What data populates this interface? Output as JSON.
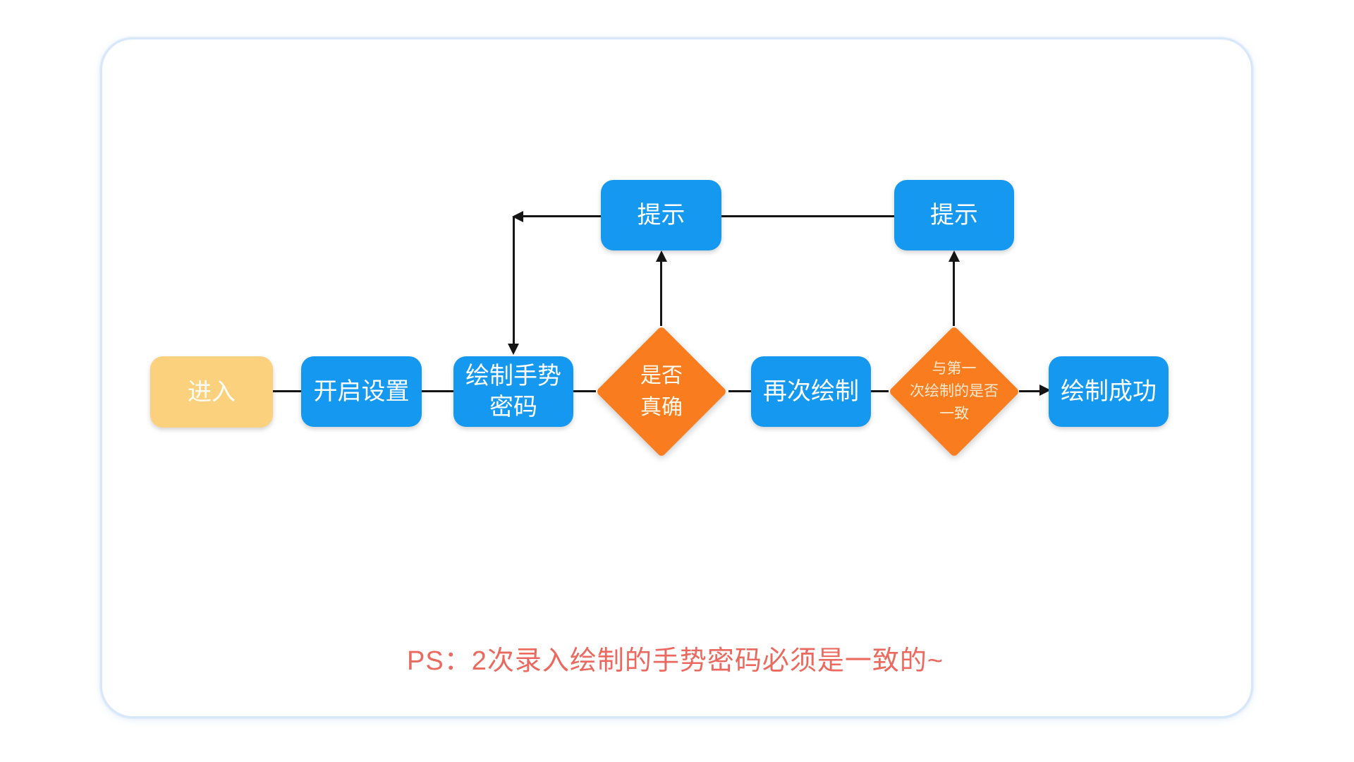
{
  "diagram": {
    "title_note": "PS：2次录入绘制的手势密码必须是一致的~",
    "nodes": {
      "enter": {
        "label": "进入",
        "shape": "rounded-rect",
        "fill": "#fcd17e"
      },
      "open_settings": {
        "label": "开启设置",
        "shape": "rounded-rect",
        "fill": "#1599f0"
      },
      "draw_password": {
        "label": "绘制手势\n密码",
        "shape": "rounded-rect",
        "fill": "#1599f0"
      },
      "correct": {
        "label": "是否\n真确",
        "shape": "diamond",
        "fill": "#f97d1f"
      },
      "redraw": {
        "label": "再次绘制",
        "shape": "rounded-rect",
        "fill": "#1599f0"
      },
      "match": {
        "label": "与第一\n次绘制的是否\n一致",
        "shape": "diamond",
        "fill": "#f97d1f"
      },
      "success": {
        "label": "绘制成功",
        "shape": "rounded-rect",
        "fill": "#1599f0"
      },
      "hint1": {
        "label": "提示",
        "shape": "rounded-rect",
        "fill": "#1599f0"
      },
      "hint2": {
        "label": "提示",
        "shape": "rounded-rect",
        "fill": "#1599f0"
      }
    },
    "edges": [
      {
        "from": "enter",
        "to": "open_settings",
        "arrow": "none"
      },
      {
        "from": "open_settings",
        "to": "draw_password",
        "arrow": "none"
      },
      {
        "from": "draw_password",
        "to": "correct",
        "arrow": "none"
      },
      {
        "from": "correct",
        "to": "redraw",
        "arrow": "none"
      },
      {
        "from": "redraw",
        "to": "match",
        "arrow": "none"
      },
      {
        "from": "match",
        "to": "success",
        "arrow": "end"
      },
      {
        "from": "correct",
        "to": "hint1",
        "arrow": "end"
      },
      {
        "from": "match",
        "to": "hint2",
        "arrow": "end"
      },
      {
        "from": "hint1",
        "to": "draw_password",
        "arrow": "elbow-left-then-down"
      },
      {
        "from": "hint1",
        "to": "hint2",
        "arrow": "none"
      }
    ],
    "colors": {
      "process_fill": "#1599f0",
      "start_fill": "#fcd17e",
      "decision_fill": "#f97d1f",
      "connector": "#151515",
      "note_text": "#eb695f",
      "card_border": "#d8e7fa",
      "background": "#ffffff"
    }
  }
}
